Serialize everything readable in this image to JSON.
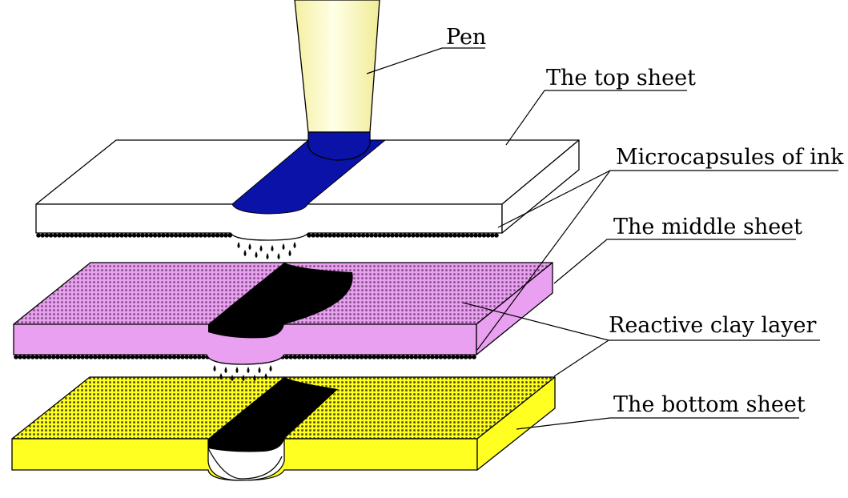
{
  "labels": {
    "pen": "Pen",
    "top_sheet": "The top sheet",
    "microcapsules": "Microcapsules of ink",
    "middle_sheet": "The middle sheet",
    "reactive_clay": "Reactive clay layer",
    "bottom_sheet": "The bottom sheet"
  },
  "colors": {
    "pen_body": "#ffffcc",
    "pen_tip": "#0b12a8",
    "top_sheet": "#ffffff",
    "middle_sheet": "#e9a0f0",
    "middle_texture": "#8a5a8f",
    "bottom_sheet": "#ffff22",
    "bottom_texture": "#5f5f1f",
    "ink": "#000000"
  }
}
